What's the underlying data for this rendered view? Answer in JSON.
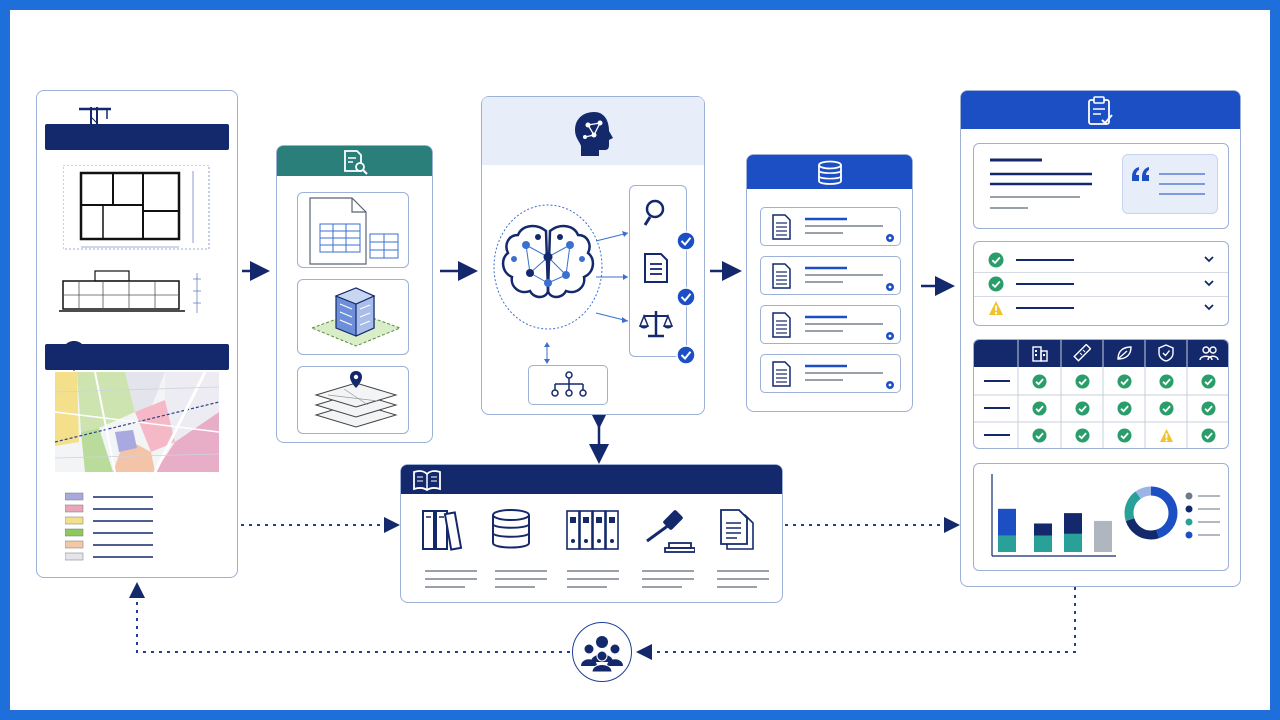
{
  "colors": {
    "navy": "#13296b",
    "blue": "#1d4fc4",
    "teal": "#2a7f7a",
    "light_blue": "#e7eefa",
    "border": "#9db0d6",
    "check_green": "#2a9d6a",
    "warning_yellow": "#f2c12e",
    "dots": "#1d3f9a"
  },
  "icons": {
    "input": [
      "building-crane-icon",
      "location-pin-icon",
      "floor-plan-drawing",
      "elevation-drawing",
      "zoning-map"
    ],
    "extraction": [
      "document-search-icon",
      "spreadsheet-document-icon",
      "3d-building-model-icon",
      "layered-map-icon"
    ],
    "ai_engine": [
      "ai-head-icon",
      "brain-network-icon",
      "magnifier-icon",
      "document-icon",
      "scales-icon",
      "hierarchy-icon",
      "check-badge-icon"
    ],
    "knowledge_base": [
      "open-book-icon",
      "binders-icon",
      "database-icon",
      "file-cabinet-icon",
      "gavel-icon",
      "documents-icon"
    ],
    "results": [
      "database-icon",
      "document-icon"
    ],
    "report": [
      "clipboard-check-icon",
      "quote-icon",
      "check-circle-icon",
      "warning-triangle-icon",
      "chevron-down-icon",
      "building-icon",
      "ruler-icon",
      "leaf-icon",
      "shield-icon",
      "people-icon",
      "donut-chart",
      "bar-chart"
    ],
    "feedback": [
      "user-group-icon"
    ]
  },
  "report": {
    "check_rows": [
      "ok",
      "ok",
      "warning"
    ],
    "matrix": [
      [
        "ok",
        "ok",
        "ok",
        "ok",
        "ok"
      ],
      [
        "ok",
        "ok",
        "ok",
        "ok",
        "ok"
      ],
      [
        "ok",
        "ok",
        "ok",
        "warning",
        "ok"
      ]
    ],
    "bar_chart": {
      "bars": [
        {
          "bottom": 0.38,
          "top": 0.62,
          "bottom_color": "#2aa198",
          "top_color": "#1d4fc4"
        },
        {
          "bottom": 0.38,
          "top": 0.28,
          "bottom_color": "#2aa198",
          "top_color": "#13296b"
        },
        {
          "bottom": 0.42,
          "top": 0.48,
          "bottom_color": "#2aa198",
          "top_color": "#13296b"
        },
        {
          "bottom": 0.72,
          "top": 0.0,
          "bottom_color": "#b0b6c0",
          "top_color": "#b0b6c0"
        }
      ]
    },
    "donut": [
      {
        "share": 0.45,
        "color": "#1d4fc4"
      },
      {
        "share": 0.25,
        "color": "#13296b"
      },
      {
        "share": 0.2,
        "color": "#2aa198"
      },
      {
        "share": 0.1,
        "color": "#9bb4e8"
      }
    ]
  },
  "zoning_legend_colors": [
    "#a9a9e0",
    "#eaa6b8",
    "#f4e08a",
    "#8fc95b",
    "#f2c8a6",
    "#e4e4ec"
  ]
}
